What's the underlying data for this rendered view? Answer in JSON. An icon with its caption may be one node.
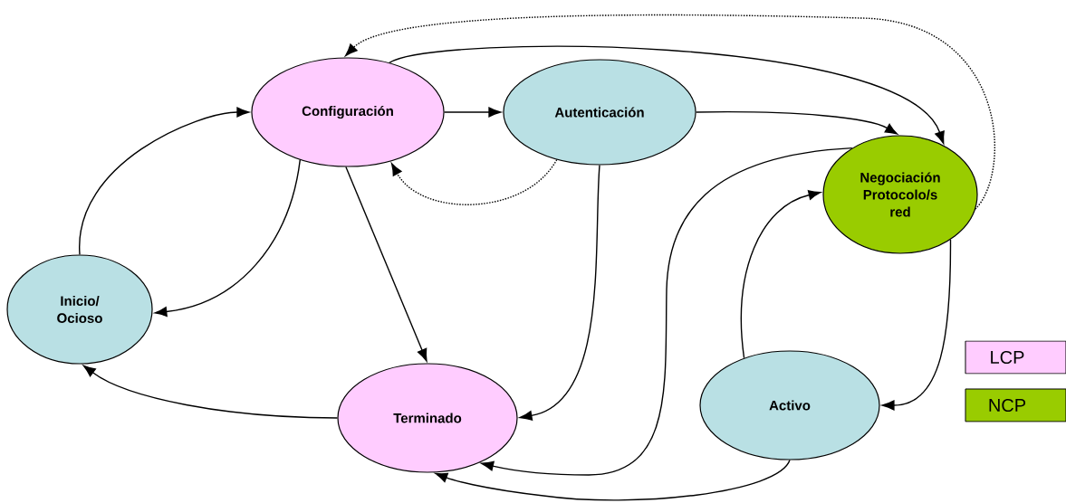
{
  "diagram": {
    "nodes": [
      {
        "text": [
          "Configuración"
        ]
      },
      {
        "text": [
          "Autenticación"
        ]
      },
      {
        "text": [
          "Negociación Protocolo/s red"
        ]
      },
      {
        "text": [
          "Inicio/ Ocioso"
        ]
      },
      {
        "text": [
          "Terminado"
        ]
      },
      {
        "text": [
          "Activo"
        ]
      }
    ],
    "edges": [
      {
        "from": 0,
        "to": 1,
        "arrow": "to"
      },
      {
        "from": 0,
        "to": 2,
        "arrow": "to"
      },
      {
        "from": 2,
        "to": 0,
        "arrow": "to",
        "style": "dashed"
      },
      {
        "from": 1,
        "to": 0,
        "arrow": "to",
        "style": "dashed"
      },
      {
        "from": 1,
        "to": 2,
        "arrow": "to"
      },
      {
        "from": 1,
        "to": 4,
        "arrow": "to"
      },
      {
        "from": 2,
        "to": 4,
        "arrow": "to"
      },
      {
        "from": 5,
        "to": 2,
        "arrow": "to"
      },
      {
        "from": 2,
        "to": 5,
        "arrow": "to"
      },
      {
        "from": 5,
        "to": 4,
        "arrow": "to"
      },
      {
        "from": 3,
        "to": 0,
        "arrow": "to"
      },
      {
        "from": 0,
        "to": 3,
        "arrow": "to"
      },
      {
        "from": 0,
        "to": 4,
        "arrow": "to"
      },
      {
        "from": 4,
        "to": 3,
        "arrow": "to"
      }
    ],
    "legend": [
      {
        "text": "LCP",
        "color": "#ffccff"
      },
      {
        "text": "NCP",
        "color": "#99cc00"
      }
    ]
  }
}
